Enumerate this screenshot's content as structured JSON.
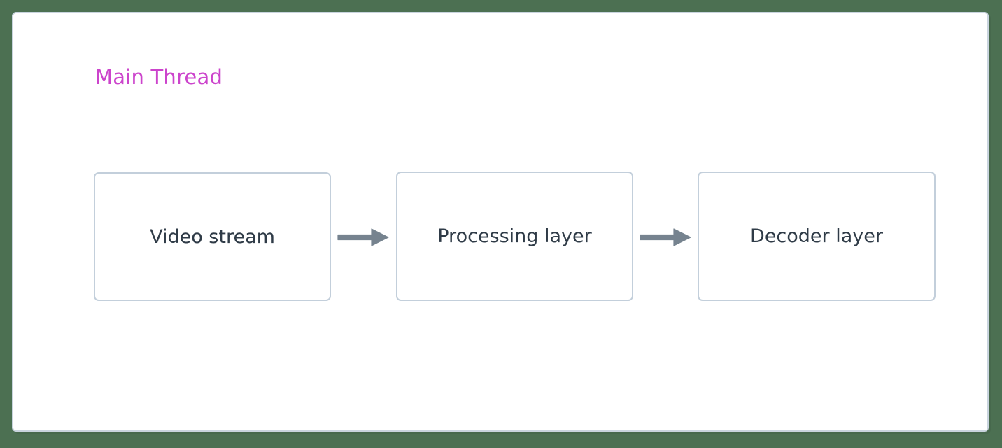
{
  "diagram": {
    "type": "flowchart",
    "direction": "left-to-right",
    "background_color": "#4c7052",
    "subgraph": {
      "title": "Main Thread",
      "title_color": "#cc44cc",
      "border_color": "#c9d4de",
      "fill_color": "#ffffff"
    },
    "node_style": {
      "border_color": "#c3cfdb",
      "fill_color": "#ffffff",
      "text_color": "#2f3b47"
    },
    "edge_style": {
      "color": "#76838f",
      "head": "solid-triangle"
    },
    "nodes": [
      {
        "id": "video-stream",
        "label": "Video stream"
      },
      {
        "id": "processing-layer",
        "label": "Processing layer"
      },
      {
        "id": "decoder-layer",
        "label": "Decoder layer"
      }
    ],
    "edges": [
      {
        "from": "video-stream",
        "to": "processing-layer",
        "label": ""
      },
      {
        "from": "processing-layer",
        "to": "decoder-layer",
        "label": ""
      }
    ]
  }
}
